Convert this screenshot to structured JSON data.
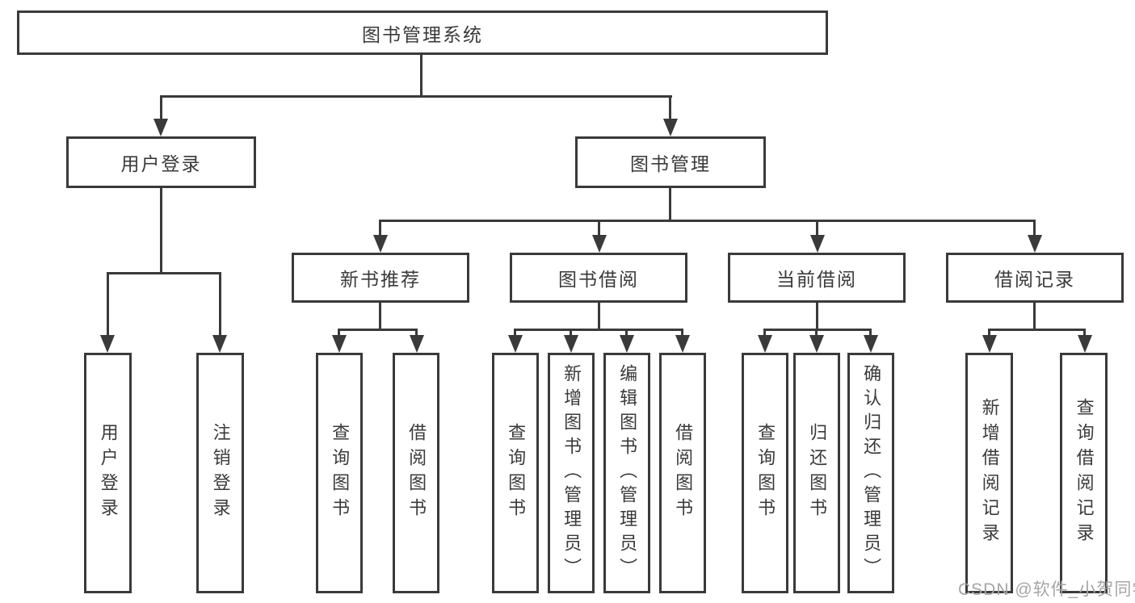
{
  "title": "图书管理系统",
  "level2": {
    "user_login": "用户登录",
    "book_mgmt": "图书管理"
  },
  "level3": {
    "new_books": "新书推荐",
    "book_borrow": "图书借阅",
    "current_borrow": "当前借阅",
    "borrow_records": "借阅记录"
  },
  "leaves": {
    "user_login": [
      "用户登录",
      "注销登录"
    ],
    "new_books": [
      "查询图书",
      "借阅图书"
    ],
    "book_borrow": [
      "查询图书",
      "新增图书（管理员）",
      "编辑图书（管理员）",
      "借阅图书"
    ],
    "current_borrow": [
      "查询图书",
      "归还图书",
      "确认归还（管理员）"
    ],
    "borrow_records": [
      "新增借阅记录",
      "查询借阅记录"
    ]
  },
  "watermark": "CSDN @软件_小贺同学",
  "colors": {
    "line": "#3a3a3a",
    "text": "#3a3a3a",
    "box_background": "#ffffff",
    "watermark": "#a6a6a6",
    "page_background": "#ffffff"
  }
}
